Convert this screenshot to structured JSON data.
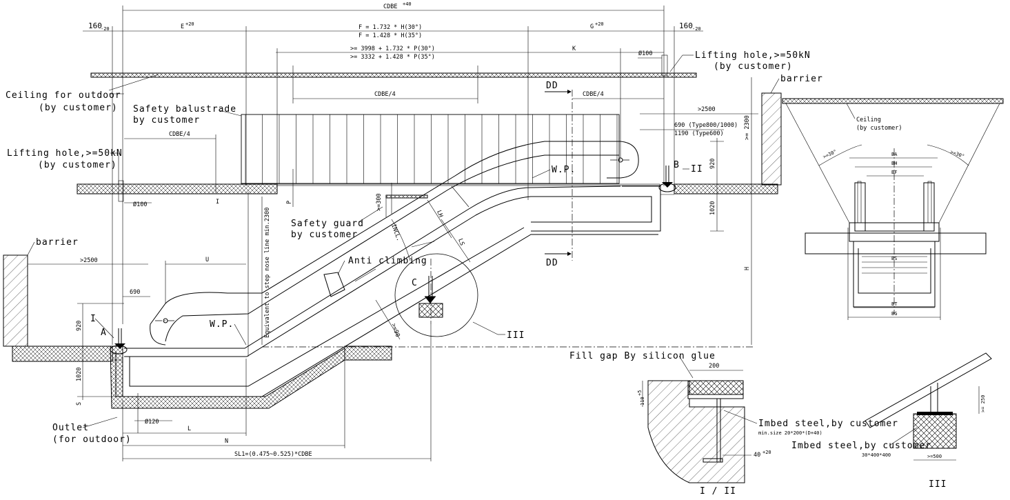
{
  "dimensions": {
    "cdbe_total": "CDBE",
    "cdbe_total_sup": "+40",
    "left_160": "160",
    "left_160_sub": "-20",
    "right_160": "160",
    "right_160_sub": "-20",
    "e_label": "E",
    "e_sup": "+20",
    "f_line1": "F = 1.732 * H(30°)",
    "f_line2": "F = 1.428 * H(35°)",
    "g_label": "G",
    "g_sup": "+20",
    "p_line1": ">= 3998 + 1.732 * P(30°)",
    "p_line2": ">= 3332 + 1.428 * P(35°)",
    "k_label": "K",
    "dia100_top": "Ø100",
    "cdbe4_a": "CDBE/4",
    "cdbe4_b": "CDBE/4",
    "cdbe4_c": "CDBE/4",
    "ge2500_right": ">2500",
    "type_690": "690 (Type800/1000)",
    "type_1190": "1190 (Type600)",
    "ge2300": ">= 2300",
    "d920_right": "920",
    "d1020_right": "1020",
    "h_label": "H",
    "dia100_left": "Ø100",
    "p_small": "P",
    "ge300": ">=300",
    "equiv_line": "Equivalent to step nose line min.2300",
    "u_label": "U",
    "ge2500_left": ">2500",
    "d690_left": "690",
    "d920_left": "920",
    "d1020_left": "1020",
    "s_label": "S",
    "dia120": "Ø120",
    "l_label": "L",
    "n_label": "N",
    "sl1": "SL1=(0.475~0.525)*CDBE",
    "lh_label": "LH",
    "ls_label": "LS",
    "incl_label": "INCL.",
    "ge90": ">=90"
  },
  "annotations": {
    "lifting_hole_right_1": "Lifting hole,>=50kN",
    "lifting_hole_right_2": "(by customer)",
    "ceiling_outdoor_1": "Ceiling for outdoor",
    "ceiling_outdoor_2": "(by customer)",
    "barrier_right": "barrier",
    "barrier_left": "barrier",
    "safety_balustrade_1": "Safety balustrade",
    "safety_balustrade_2": "by customer",
    "lifting_hole_left_1": "Lifting hole,>=50kN",
    "lifting_hole_left_2": "(by customer)",
    "safety_guard_1": "Safety guard",
    "safety_guard_2": "by customer",
    "anti_climbing": "Anti climbing",
    "wp_top": "W.P.",
    "wp_bottom": "W.P.",
    "outlet_1": "Outlet",
    "outlet_2": "(for outdoor)",
    "fill_gap": "Fill gap By silicon glue",
    "imbed_steel_1": "Imbed steel,by customer",
    "imbed_steel_1_sub": "min.size 20*200*(D+40)",
    "imbed_steel_2": "Imbed steel,by customer",
    "imbed_steel_2_sub": "30*400*400"
  },
  "markers": {
    "dd_top": "DD",
    "dd_bottom": "DD",
    "a_label": "A",
    "b_label": "B",
    "c_label": "C",
    "roman_1_left": "I",
    "roman_1_mid": "I",
    "roman_2": "II",
    "roman_3": "III"
  },
  "section_view": {
    "ceiling_1": "Ceiling",
    "ceiling_2": "(by customer)",
    "angle_left": ">=30°",
    "angle_right": ">=30°",
    "ba": "BA",
    "bh": "BH",
    "bf": "BF",
    "bs": "BS",
    "bt": "BT",
    "bg": "BG"
  },
  "details": {
    "d200": "200",
    "d110": "110",
    "d110_sup": "+5",
    "d40": "40",
    "d40_sup": "+20",
    "ge250": ">= 250",
    "ge500": ">=500",
    "caption_12": "I / II",
    "caption_3": "III"
  }
}
